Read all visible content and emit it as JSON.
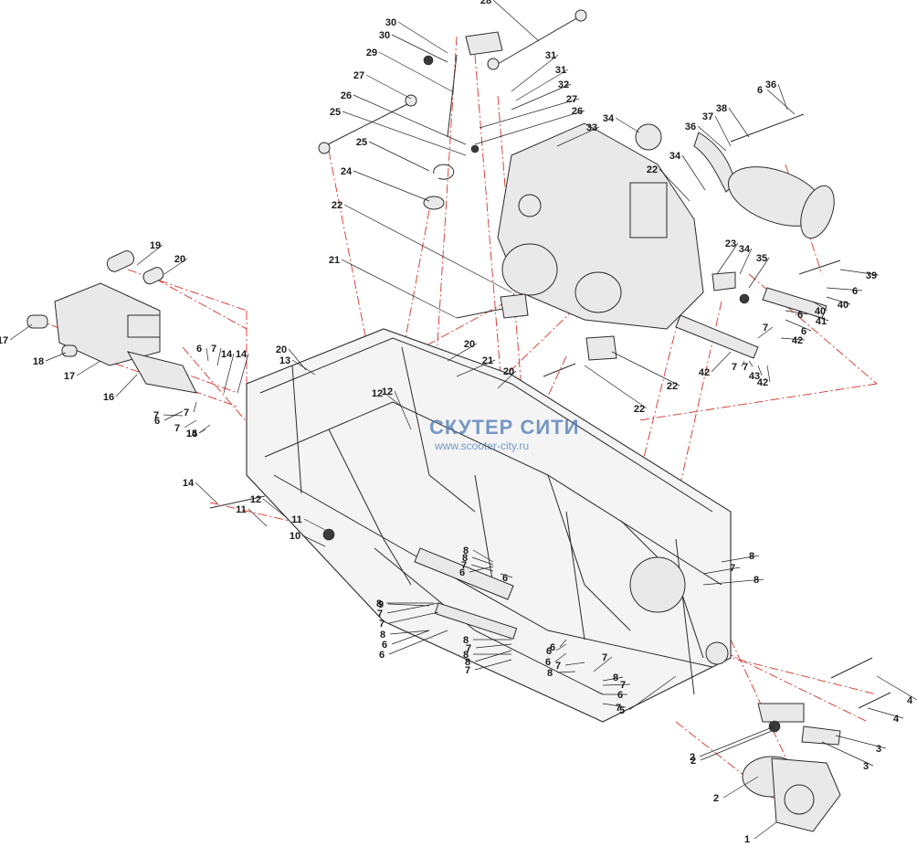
{
  "watermark": {
    "title": "СКУТЕР СИТИ",
    "url": "www.scooter-city.ru",
    "color": "#4a79b7"
  },
  "colors": {
    "centerline": "#d6322e",
    "ink": "#1a1a1a"
  },
  "callouts": [
    "1",
    "2",
    "2",
    "2",
    "3",
    "3",
    "4",
    "4",
    "5",
    "6",
    "6",
    "6",
    "6",
    "6",
    "6",
    "6",
    "6",
    "6",
    "6",
    "6",
    "6",
    "6",
    "6",
    "7",
    "7",
    "7",
    "7",
    "7",
    "7",
    "7",
    "7",
    "7",
    "7",
    "7",
    "7",
    "7",
    "7",
    "7",
    "7",
    "7",
    "8",
    "8",
    "8",
    "8",
    "8",
    "8",
    "8",
    "8",
    "8",
    "8",
    "8",
    "9",
    "10",
    "11",
    "11",
    "12",
    "12",
    "12",
    "13",
    "14",
    "14",
    "14",
    "14",
    "15",
    "16",
    "17",
    "17",
    "18",
    "19",
    "20",
    "20",
    "20",
    "20",
    "21",
    "21",
    "22",
    "22",
    "22",
    "22",
    "23",
    "24",
    "25",
    "25",
    "26",
    "26",
    "27",
    "27",
    "28",
    "29",
    "30",
    "30",
    "31",
    "31",
    "32",
    "33",
    "34",
    "34",
    "34",
    "35",
    "36",
    "36",
    "37",
    "38",
    "39",
    "40",
    "40",
    "41",
    "42",
    "42",
    "42",
    "43"
  ]
}
